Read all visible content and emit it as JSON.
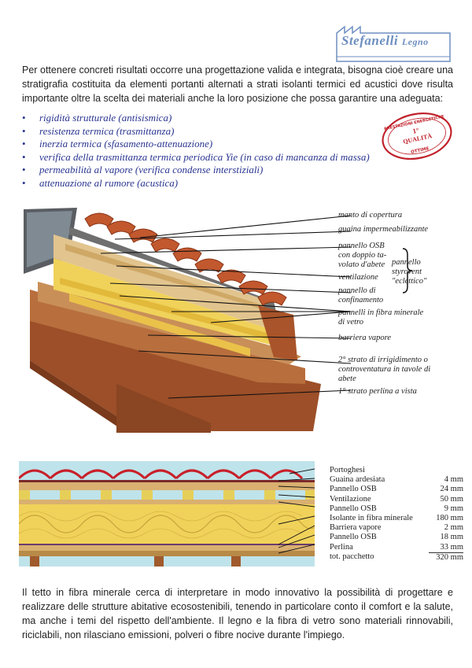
{
  "logo": {
    "name": "Stefanelli",
    "suffix": "Legno"
  },
  "intro": "Per ottenere concreti risultati occorre una progettazione valida e integrata, bisogna cioè creare una stratigrafia costituita da elementi portanti alternati a strati isolanti termici ed acustici dove risulta importante oltre la scelta dei materiali anche la loro posizione che possa garantire una adeguata:",
  "bullets": [
    "rigidità strutturale (antisismica)",
    "resistenza termica (trasmittanza)",
    "inerzia termica (sfasamento-attenuazione)",
    "verifica della trasmittanza termica periodica Yie (in caso di mancanza di massa)",
    "permeabilità al vapore (verifica condense interstiziali)",
    "attenuazione al rumore (acustica)"
  ],
  "stamp": {
    "top": "PRESTAZIONI ENERGETICHE",
    "center_line1": "1°",
    "center_line2": "QUALITÀ",
    "bottom": "OTTIME"
  },
  "diagram1_labels": {
    "manto": "manto di copertura",
    "guaina": "guaina impermeabilizzante",
    "osb_line1": "pannello OSB",
    "osb_line2": "con doppio ta-",
    "osb_line3": "volato d'abete",
    "ventilazione": "ventilazione",
    "confinamento_line1": "pannello di",
    "confinamento_line2": "confinamento",
    "styrovent_line1": "pannello",
    "styrovent_line2": "styrovent",
    "styrovent_line3": "\"eclettico\"",
    "fibra_line1": "pannelli in fibra minerale",
    "fibra_line2": "di vetro",
    "barriera": "barriera vapore",
    "strato2_line1": "2° strato di irrigidimento o",
    "strato2_line2": "controventatura in tavole di",
    "strato2_line3": "abete",
    "strato1": "1° strato perlina a vista"
  },
  "layers": [
    {
      "name": "Portoghesi",
      "value": ""
    },
    {
      "name": "Guaina ardesiata",
      "value": "4 mm"
    },
    {
      "name": "Pannello OSB",
      "value": "24 mm"
    },
    {
      "name": "Ventilazione",
      "value": "50 mm"
    },
    {
      "name": "Pannello OSB",
      "value": "9 mm"
    },
    {
      "name": "Isolante in fibra minerale",
      "value": "180 mm"
    },
    {
      "name": "Barriera vapore",
      "value": "2 mm"
    },
    {
      "name": "Pannello OSB",
      "value": "18 mm"
    },
    {
      "name": "Perlina",
      "value": "33 mm"
    },
    {
      "name": "tot. pacchetto",
      "value": "320 mm"
    }
  ],
  "outro": "Il tetto in fibra minerale cerca di interpretare in modo innovativo la possibilità di progettare e realizzare delle strutture abitative ecosostenibili, tenendo in particolare conto il comfort e la salute, ma anche i temi del rispetto dell'ambiente. Il legno e la fibra di vetro sono materiali rinnovabili, riciclabili, non rilasciano emissioni, polveri o fibre nocive durante l'impiego.",
  "colors": {
    "brand": "#6e8fc0",
    "bullet_text": "#2a3590",
    "stamp": "#c0202a",
    "tile": "#c2582e",
    "wool": "#f0d25a",
    "osb": "#d9b070",
    "sky": "#bfe3ea"
  }
}
